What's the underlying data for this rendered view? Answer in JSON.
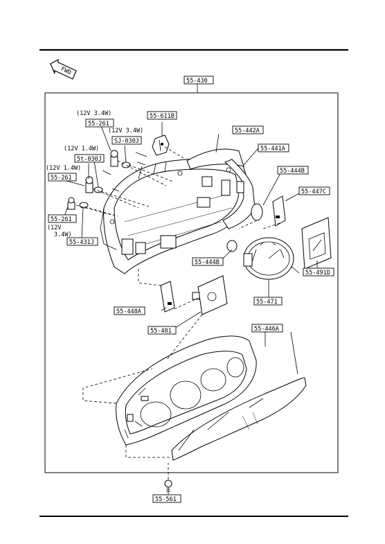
{
  "fwd_label": "FWD",
  "parts": {
    "p430": "55-430",
    "p611b": "55-611B",
    "p442a": "55-442A",
    "p441a": "55-441A",
    "p444b_top": "55-444B",
    "p447c": "55-447C",
    "p491d": "55-491D",
    "p471": "55-471",
    "p444b_mid": "55-444B",
    "p448a": "55-448A",
    "p481": "55-481",
    "p446a": "55-446A",
    "p561": "55-561",
    "p261_a": "55-261",
    "p030j_sj": "SJ-030J",
    "p030j_5t": "5t-030J",
    "p261_b": "55-261",
    "p261_c": "55-261",
    "p431j": "55-431J"
  },
  "notes": {
    "spec_a": "(12V 3.4W)",
    "spec_b": "(12V 3.4W)",
    "spec_c": "(12V 1.4W)",
    "spec_d": "(12V 1.4W)",
    "spec_e1": "(12V",
    "spec_e2": "3.4W)"
  }
}
